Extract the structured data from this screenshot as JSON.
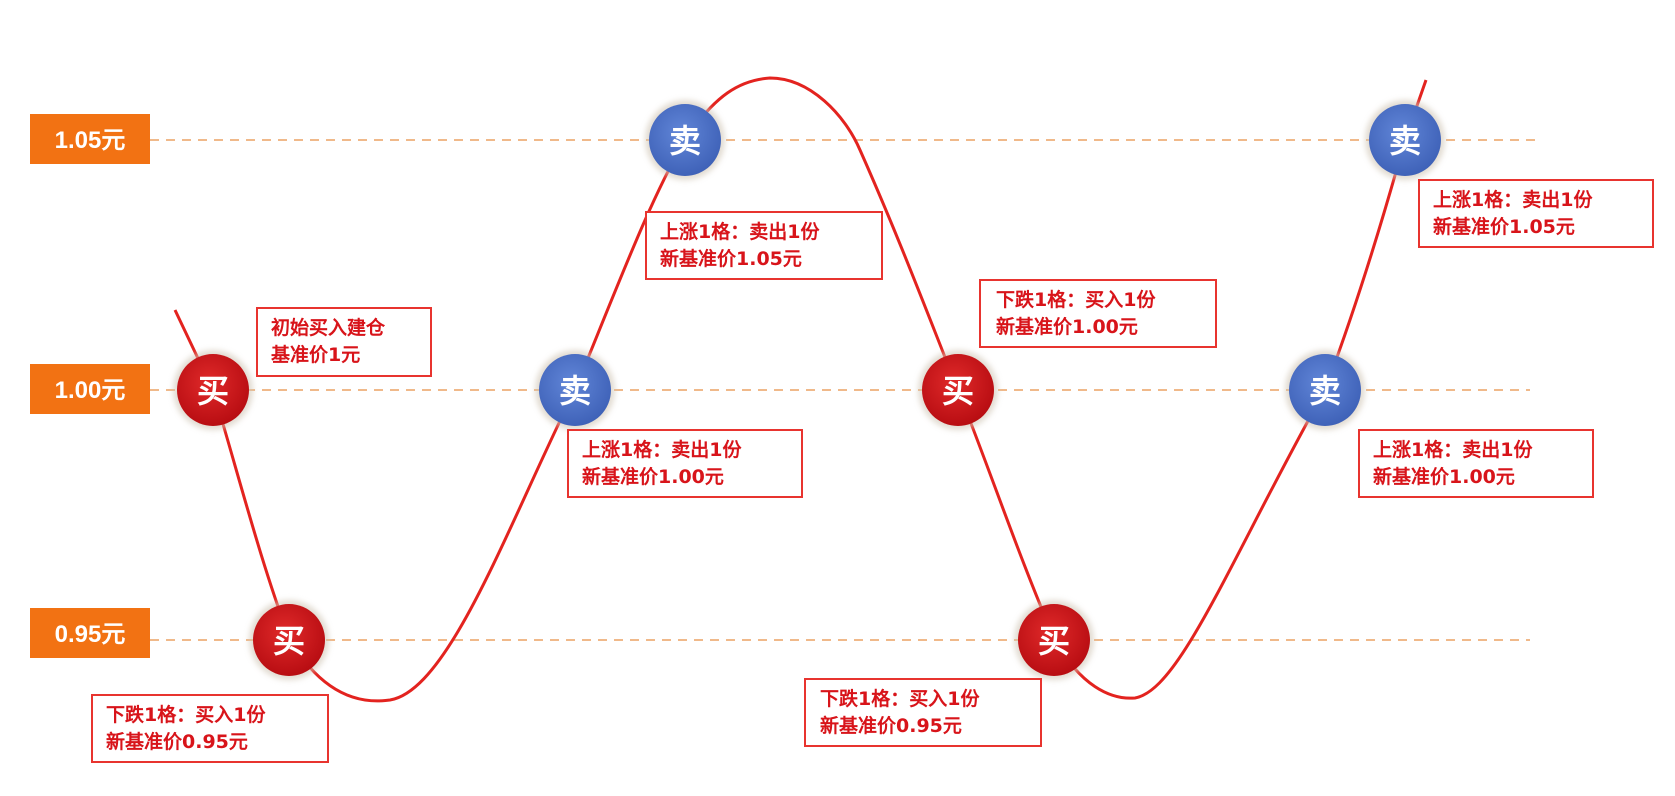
{
  "colors": {
    "curve": "#e3231f",
    "buy": "#d0131a",
    "sell": "#4a6fc6",
    "tag": "#f27213",
    "grid": "#f0b98a",
    "note_border": "#e8342f",
    "note_text": "#d8141a"
  },
  "price_levels": [
    {
      "label": "1.05元",
      "value": 1.05
    },
    {
      "label": "1.00元",
      "value": 1.0
    },
    {
      "label": "0.95元",
      "value": 0.95
    }
  ],
  "nodes": [
    {
      "type": "buy",
      "label": "买",
      "price": 1.0,
      "note": [
        "初始买入建仓",
        "基准价1元"
      ]
    },
    {
      "type": "buy",
      "label": "买",
      "price": 0.95,
      "note": [
        "下跌1格：买入1份",
        "新基准价0.95元"
      ]
    },
    {
      "type": "sell",
      "label": "卖",
      "price": 1.0,
      "note": [
        "上涨1格：卖出1份",
        "新基准价1.00元"
      ]
    },
    {
      "type": "sell",
      "label": "卖",
      "price": 1.05,
      "note": [
        "上涨1格：卖出1份",
        "新基准价1.05元"
      ]
    },
    {
      "type": "buy",
      "label": "买",
      "price": 1.0,
      "note": [
        "下跌1格：买入1份",
        "新基准价1.00元"
      ]
    },
    {
      "type": "buy",
      "label": "买",
      "price": 0.95,
      "note": [
        "下跌1格：买入1份",
        "新基准价0.95元"
      ]
    },
    {
      "type": "sell",
      "label": "卖",
      "price": 1.0,
      "note": [
        "上涨1格：卖出1份",
        "新基准价1.00元"
      ]
    },
    {
      "type": "sell",
      "label": "卖",
      "price": 1.05,
      "note": [
        "上涨1格：卖出1份",
        "新基准价1.05元"
      ]
    }
  ]
}
